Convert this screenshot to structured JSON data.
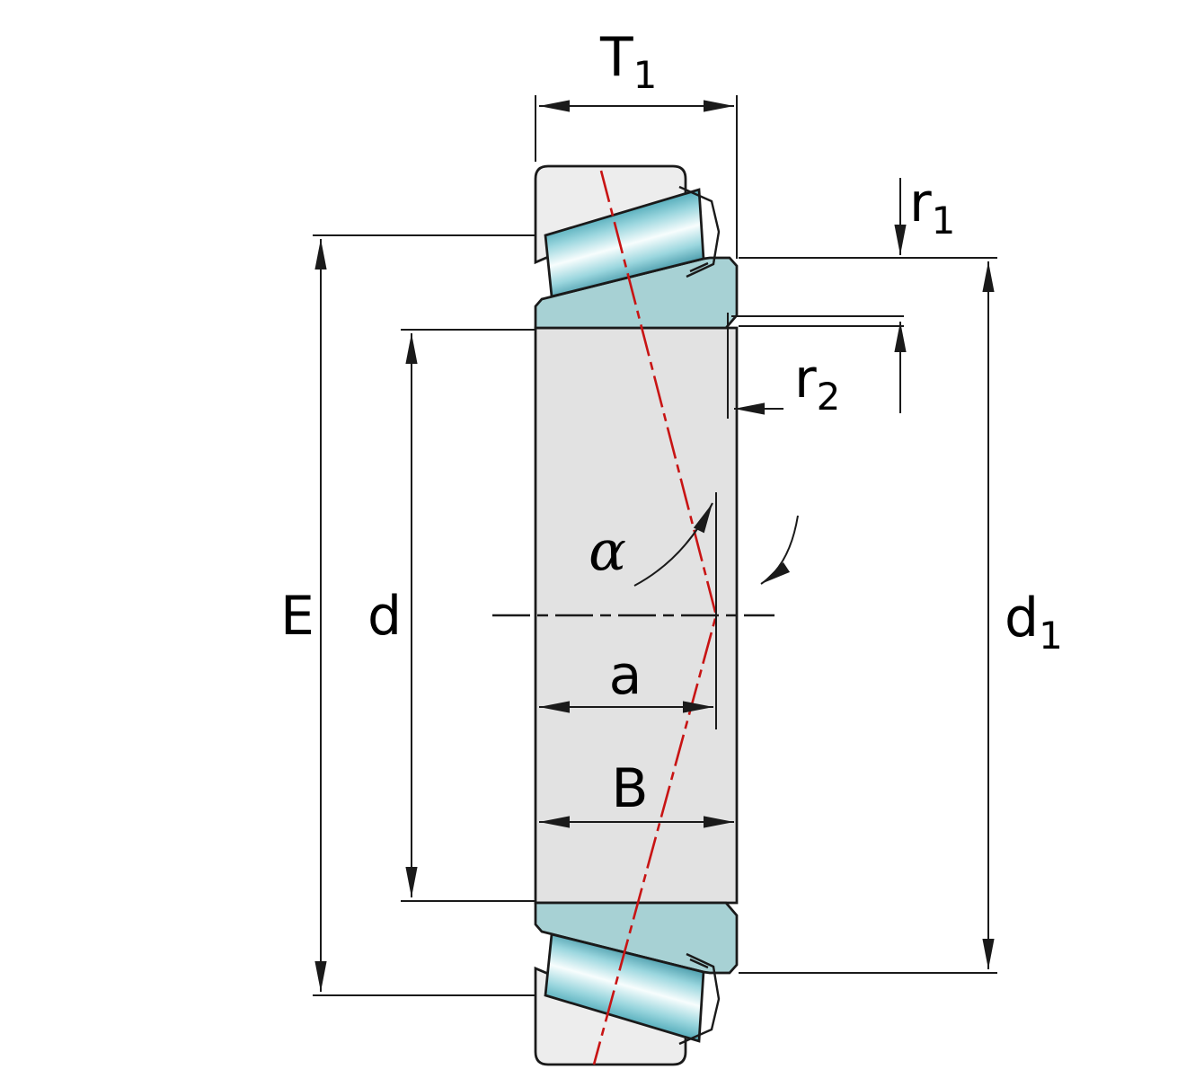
{
  "diagram": {
    "description": "Tapered roller bearing cross-section dimension drawing",
    "colors": {
      "outline": "#1a1a1a",
      "cup_fill": "#ededed",
      "middle_fill": "#e2e2e2",
      "cone_fill": "#a7d1d4",
      "axis_red": "#c81414"
    },
    "labels": {
      "T1": {
        "base": "T",
        "sub": "1"
      },
      "r1": {
        "base": "r",
        "sub": "1"
      },
      "r2": {
        "base": "r",
        "sub": "2"
      },
      "d1": {
        "base": "d",
        "sub": "1"
      },
      "E": {
        "base": "E",
        "sub": ""
      },
      "d": {
        "base": "d",
        "sub": ""
      },
      "a": {
        "base": "a",
        "sub": ""
      },
      "B": {
        "base": "B",
        "sub": ""
      },
      "alpha": {
        "base": "α",
        "sub": ""
      }
    }
  }
}
